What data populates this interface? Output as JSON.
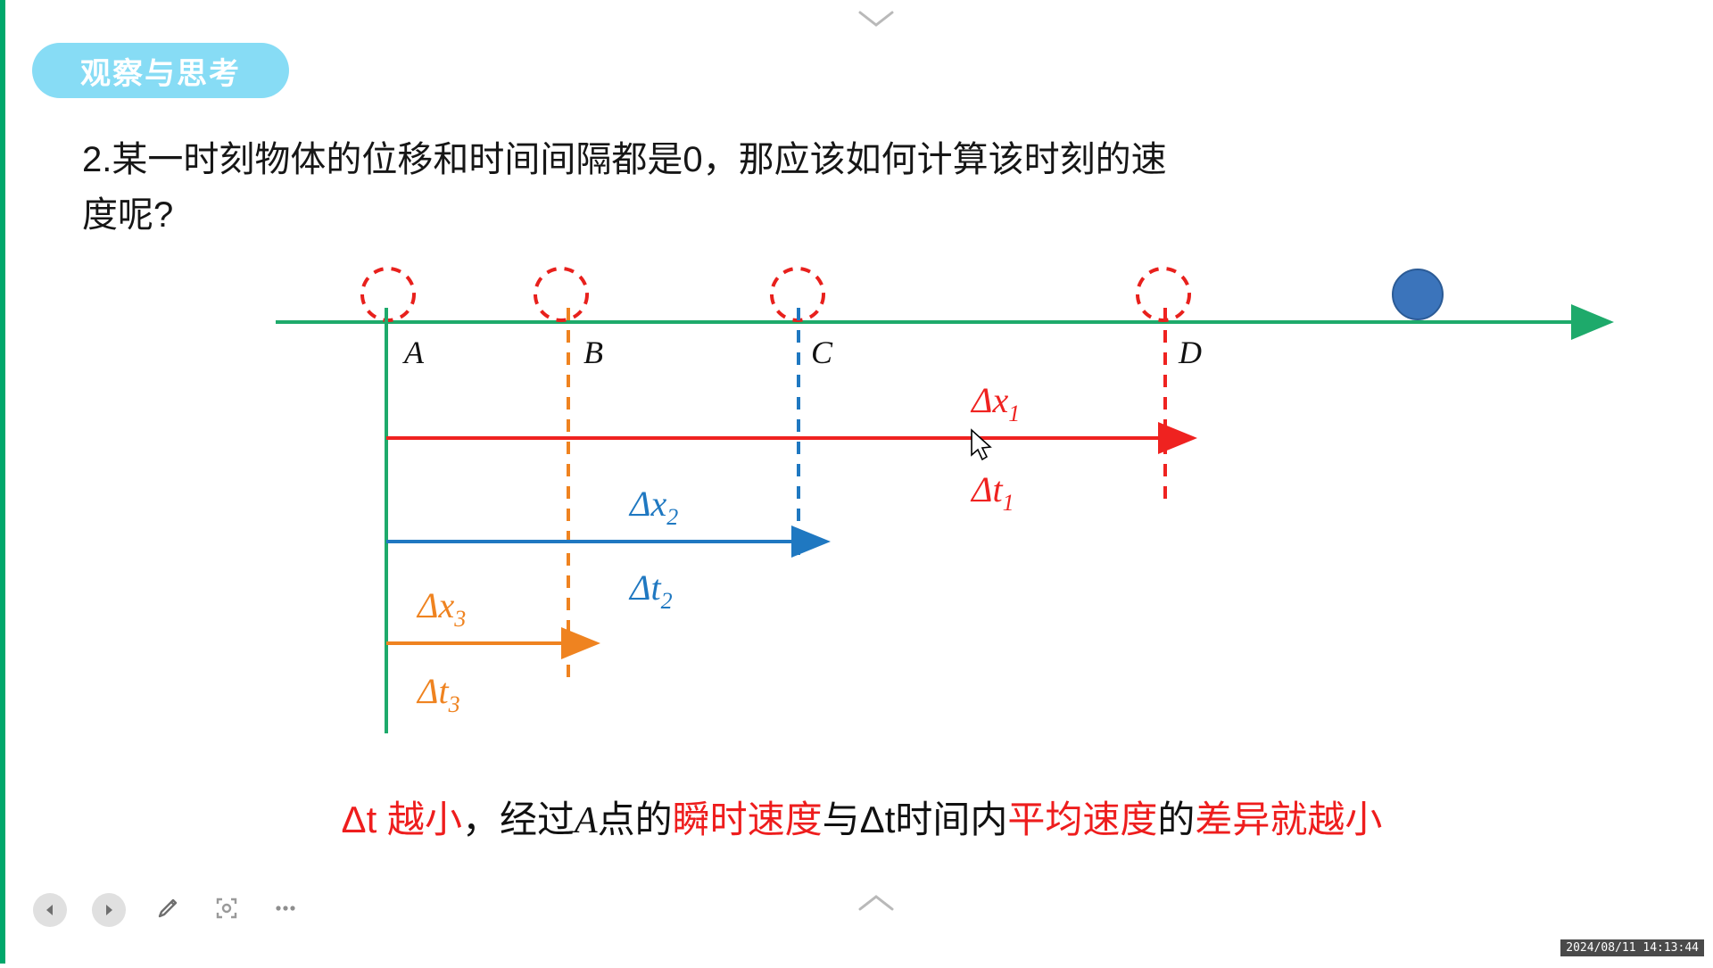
{
  "badge": {
    "label": "观察与思考"
  },
  "question": {
    "line1": "2.某一时刻物体的位移和时间间隔都是0，那应该如何计算该时刻的速",
    "line2": "度呢?"
  },
  "diagram": {
    "axis_label_a": "A",
    "axis_label_b": "B",
    "axis_label_c": "C",
    "axis_label_d": "D",
    "interval1_displacement": "Δx",
    "interval1_displacement_sub": "1",
    "interval1_time": "Δt",
    "interval1_time_sub": "1",
    "interval2_displacement": "Δx",
    "interval2_displacement_sub": "2",
    "interval2_time": "Δt",
    "interval2_time_sub": "2",
    "interval3_displacement": "Δx",
    "interval3_displacement_sub": "3",
    "interval3_time": "Δt",
    "interval3_time_sub": "3",
    "colors": {
      "axis_green": "#1eaa6b",
      "marker_red": "#e8201c",
      "interval1": "#ef2220",
      "interval2": "#1f78c1",
      "interval3": "#ef8320",
      "ball_blue": "#3b74bb",
      "ball_stroke": "#2b5b96"
    }
  },
  "conclusion": {
    "seg1": "Δt 越小",
    "seg2": "，经过",
    "seg3": "A",
    "seg4": "点的",
    "seg5": "瞬时速度",
    "seg6": "与Δt时间内",
    "seg7": "平均速度",
    "seg8": "的",
    "seg9": "差异就越小"
  },
  "toolbar": {
    "prev_label": "prev",
    "play_label": "play",
    "pen_label": "pen",
    "capture_label": "capture",
    "more_label": "more"
  },
  "status": {
    "timestamp": "2024/08/11 14:13:44"
  }
}
